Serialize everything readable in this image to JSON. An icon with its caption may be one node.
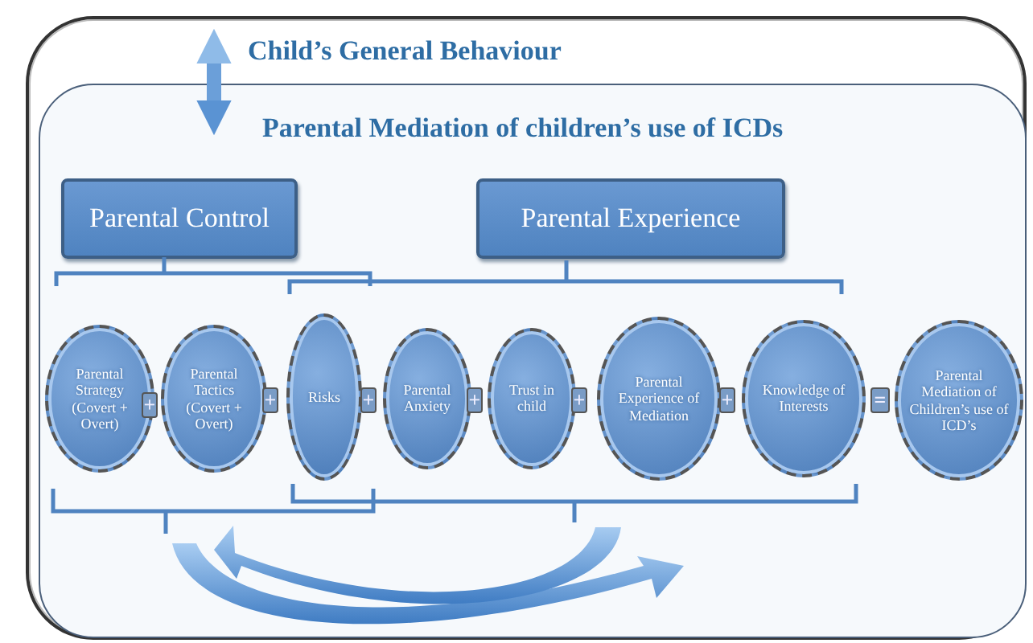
{
  "diagram": {
    "nodes": [
      {
        "text": [
          "Child’s General Behaviour"
        ]
      },
      {
        "text": [
          "Parental Mediation of children’s use of ICDs"
        ],
        "in": 0
      },
      {
        "text": [
          "Parental Control"
        ],
        "in": 1
      },
      {
        "text": [
          "Parental Experience"
        ],
        "in": 1
      },
      {
        "text": [
          "Parental Strategy (Covert + Overt)"
        ],
        "in": 1
      },
      {
        "text": [
          "Parental Tactics (Covert + Overt)"
        ],
        "in": 1
      },
      {
        "text": [
          "Risks"
        ],
        "in": 1
      },
      {
        "text": [
          "Parental Anxiety"
        ],
        "in": 1
      },
      {
        "text": [
          "Trust in child"
        ],
        "in": 1
      },
      {
        "text": [
          "Parental Experience of Mediation"
        ],
        "in": 1
      },
      {
        "text": [
          "Knowledge of Interests"
        ],
        "in": 1
      },
      {
        "text": [
          "Parental Mediation of Children’s use of ICD’s"
        ],
        "in": 1
      }
    ],
    "edges": [
      {
        "from": 0,
        "to": 1,
        "arrow": "both"
      }
    ],
    "labels": [
      "+",
      "+",
      "+",
      "+",
      "+",
      "+",
      "="
    ]
  }
}
